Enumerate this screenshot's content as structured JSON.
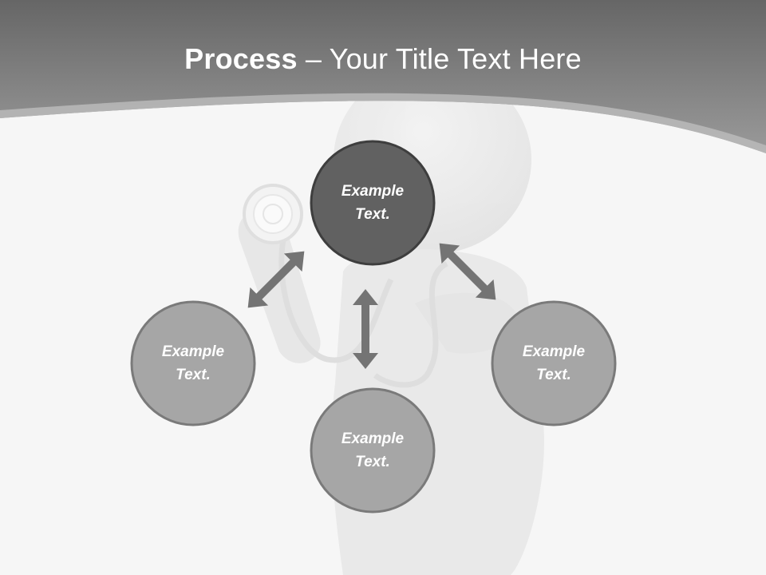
{
  "slide": {
    "title_bold": "Process",
    "title_dash": " – ",
    "title_rest": "Your Title Text Here"
  },
  "circles": {
    "top": {
      "line1": "Example",
      "line2": "Text.",
      "fill": "#616161"
    },
    "left": {
      "line1": "Example",
      "line2": "Text.",
      "fill": "#a6a6a6"
    },
    "right": {
      "line1": "Example",
      "line2": "Text.",
      "fill": "#a6a6a6"
    },
    "bottom": {
      "line1": "Example",
      "line2": "Text.",
      "fill": "#a6a6a6"
    }
  },
  "colors": {
    "header_dark": "#6a6a6a",
    "header_light": "#9a9a9a",
    "background": "#f6f6f6",
    "circle_stroke": "#7a7a7a",
    "arrow": "#747474"
  },
  "icons": [
    "doctor-figure-illustration",
    "double-arrow-icon"
  ]
}
